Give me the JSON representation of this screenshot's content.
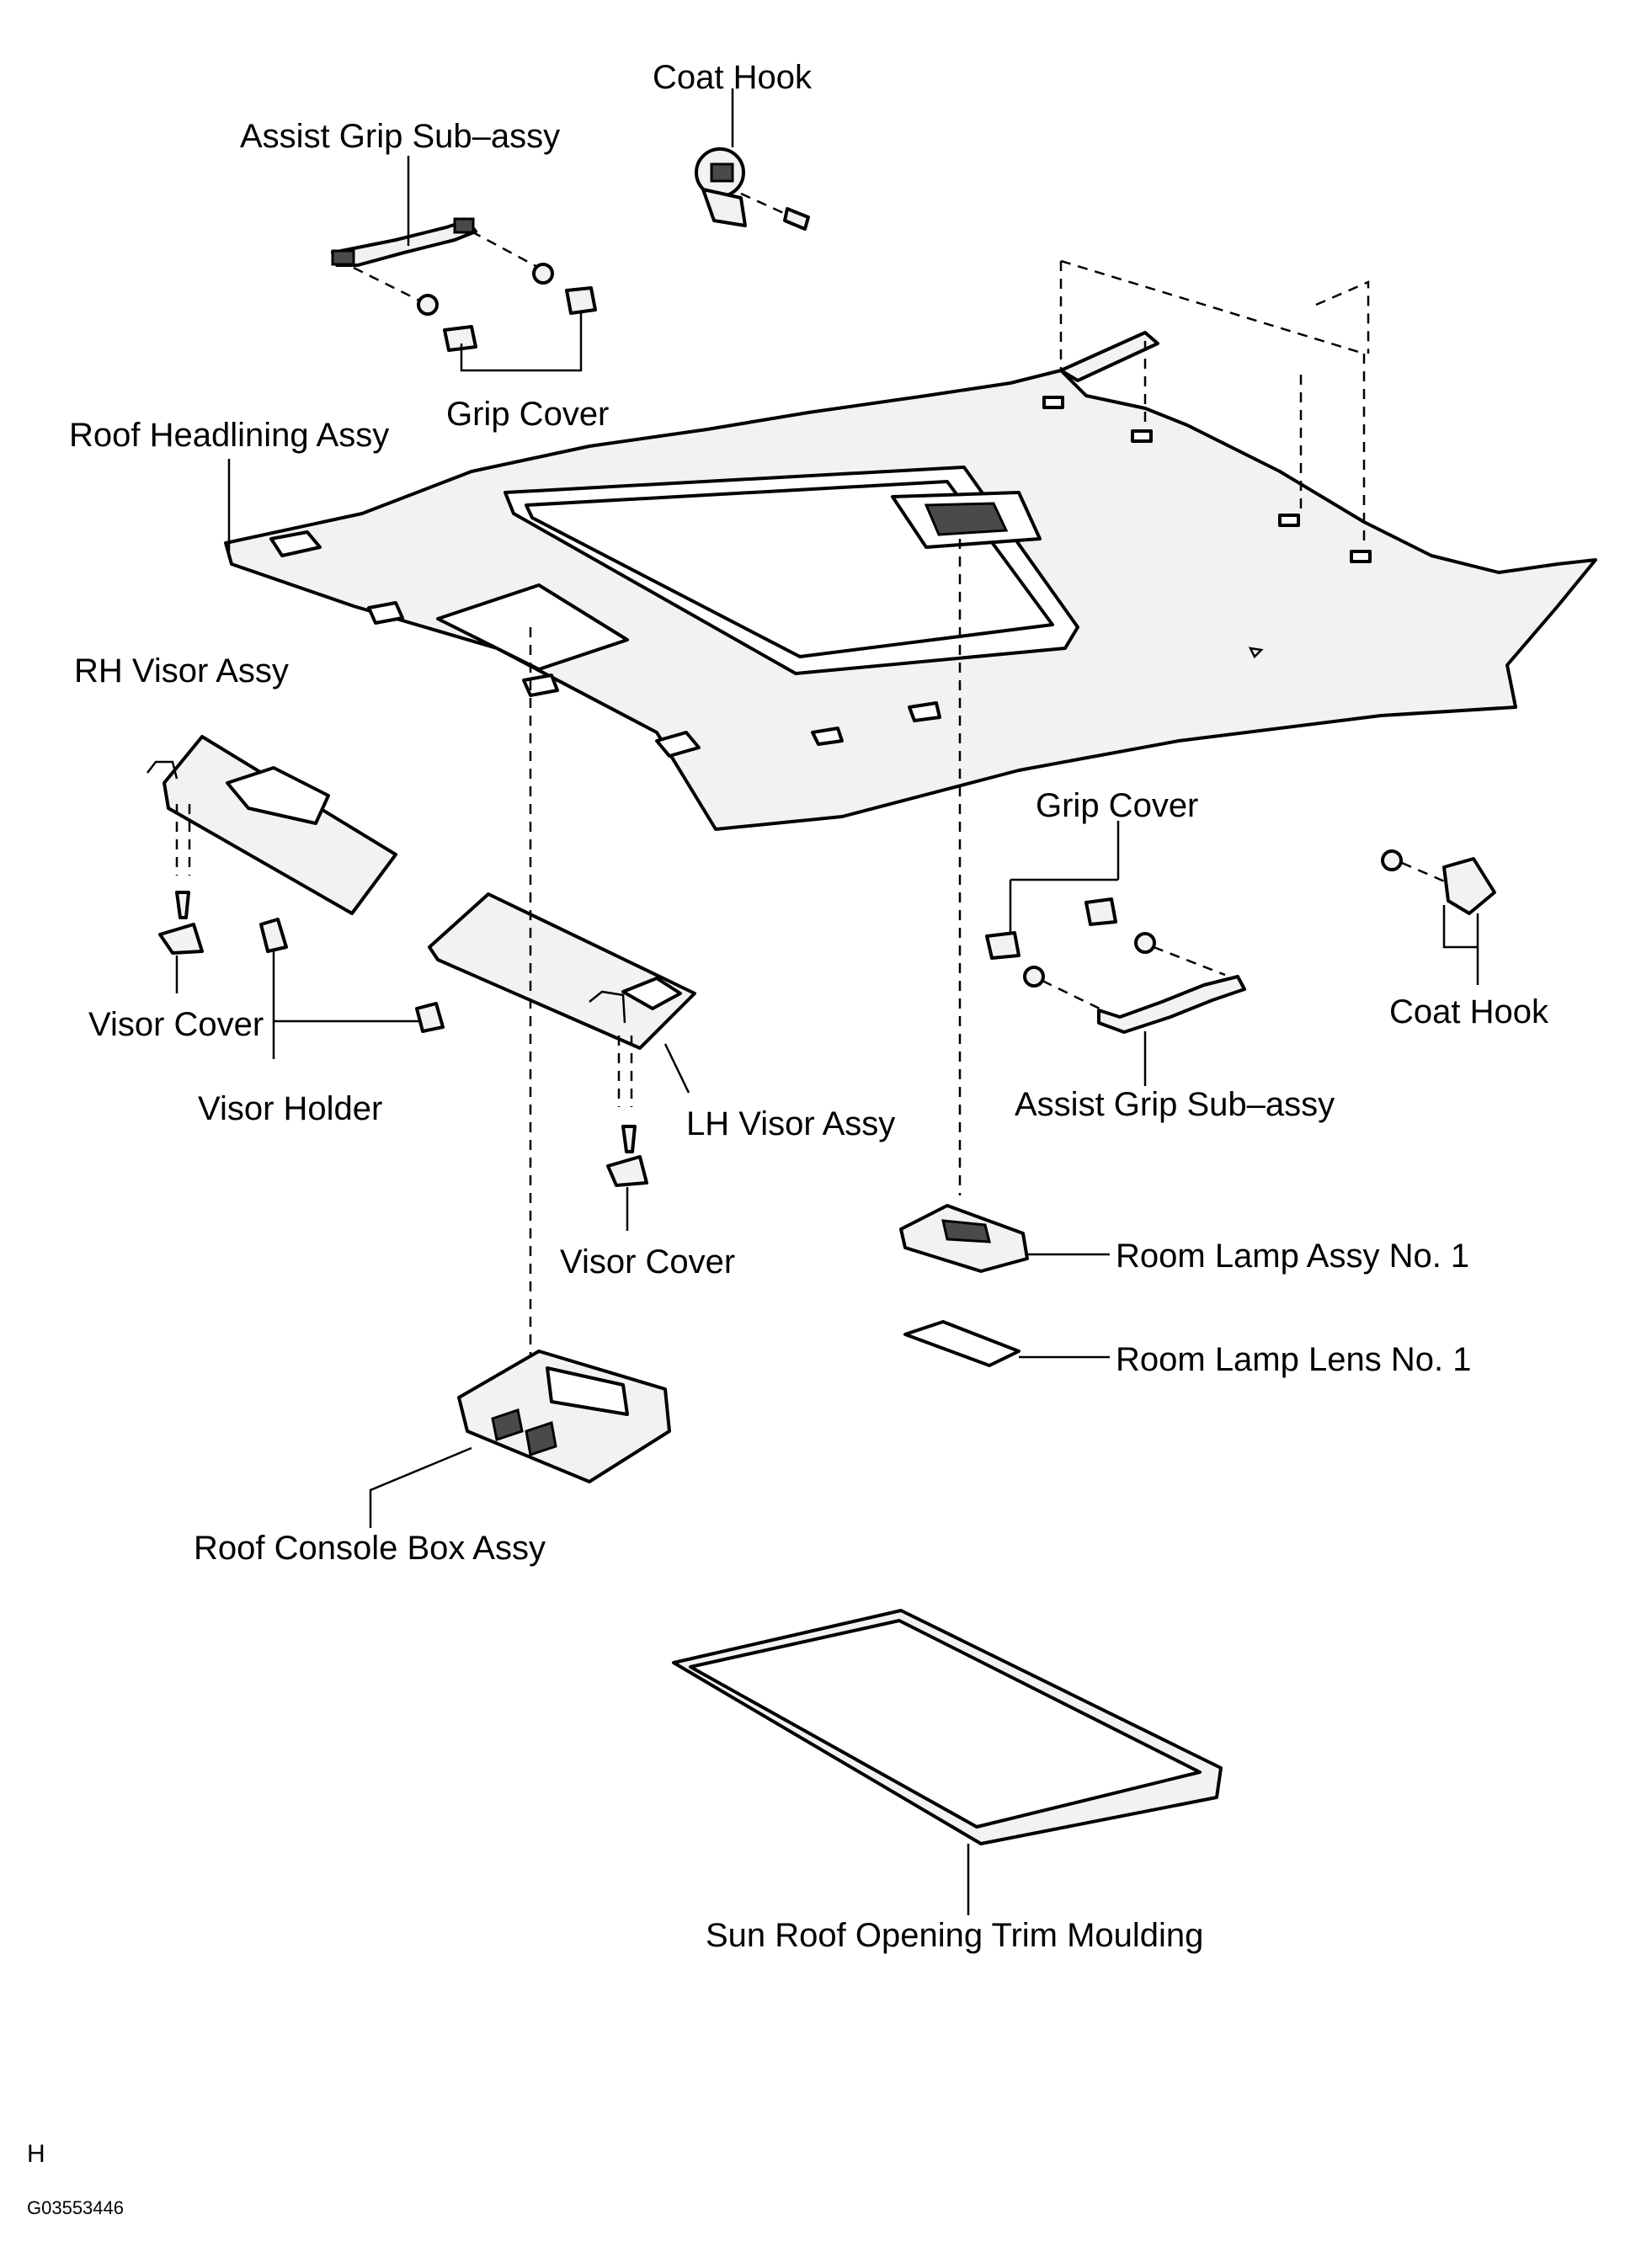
{
  "labels": {
    "coat_hook_top": "Coat Hook",
    "assist_grip_top": "Assist Grip Sub–assy",
    "grip_cover_top": "Grip Cover",
    "roof_headlining": "Roof Headlining Assy",
    "rh_visor": "RH Visor Assy",
    "visor_cover_left": "Visor Cover",
    "visor_holder": "Visor Holder",
    "lh_visor": "LH Visor Assy",
    "visor_cover_mid": "Visor Cover",
    "grip_cover_right": "Grip Cover",
    "coat_hook_right": "Coat Hook",
    "assist_grip_right": "Assist Grip Sub–assy",
    "room_lamp_assy": "Room Lamp Assy No. 1",
    "room_lamp_lens": "Room Lamp Lens No. 1",
    "roof_console": "Roof Console Box Assy",
    "sun_roof_trim": "Sun Roof Opening Trim Moulding"
  },
  "footer": {
    "section_letter": "H",
    "figure_code": "G03553446"
  }
}
